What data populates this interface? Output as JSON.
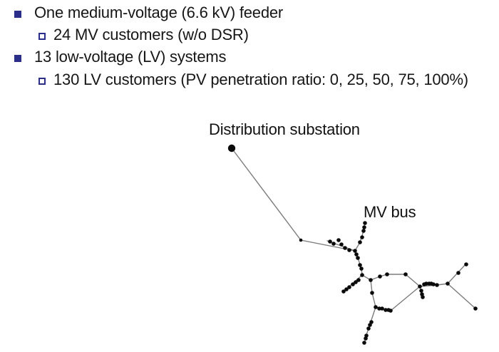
{
  "colors": {
    "background": "#ffffff",
    "bullet_square": "#2c2f8a",
    "text": "#161616",
    "edge": "#7c7c7c",
    "node": "#0a0a0a"
  },
  "bullets": [
    {
      "level": 1,
      "text": "One medium-voltage (6.6 kV) feeder"
    },
    {
      "level": 2,
      "text": "24 MV customers (w/o DSR)"
    },
    {
      "level": 1,
      "text": "13 low-voltage (LV) systems"
    },
    {
      "level": 2,
      "text": "130 LV customers (PV penetration ratio: 0, 25, 50, 75, 100%)"
    }
  ],
  "diagram": {
    "substation_label": "Distribution substation",
    "mv_bus_label": "MV bus",
    "edge_width": 1.4,
    "default_node_radius": 2.8,
    "edges": [
      [
        [
          325,
          208
        ],
        [
          422,
          337
        ],
        [
          498,
          352
        ]
      ],
      [
        [
          459,
          338
        ],
        [
          498,
          352
        ]
      ],
      [
        [
          498,
          352
        ],
        [
          505,
          340
        ],
        [
          510,
          324
        ],
        [
          512,
          313
        ]
      ],
      [
        [
          498,
          352
        ],
        [
          503,
          365
        ],
        [
          507,
          377
        ],
        [
          508,
          386
        ]
      ],
      [
        [
          508,
          386
        ],
        [
          481,
          410
        ]
      ],
      [
        [
          508,
          386
        ],
        [
          520,
          393
        ]
      ],
      [
        [
          520,
          393
        ],
        [
          533,
          388
        ],
        [
          543,
          385
        ],
        [
          569,
          385
        ],
        [
          589,
          402
        ]
      ],
      [
        [
          520,
          393
        ],
        [
          522,
          411
        ],
        [
          527,
          431
        ]
      ],
      [
        [
          527,
          431
        ],
        [
          548,
          436
        ]
      ],
      [
        [
          548,
          436
        ],
        [
          589,
          402
        ]
      ],
      [
        [
          589,
          402
        ],
        [
          593,
          418
        ]
      ],
      [
        [
          589,
          402
        ],
        [
          613,
          400
        ],
        [
          628,
          398
        ]
      ],
      [
        [
          628,
          398
        ],
        [
          654,
          370
        ]
      ],
      [
        [
          628,
          398
        ],
        [
          667,
          433
        ]
      ],
      [
        [
          527,
          431
        ],
        [
          520,
          452
        ],
        [
          514,
          470
        ],
        [
          511,
          482
        ]
      ]
    ],
    "nodes": [
      [
        325,
        208,
        5.2
      ],
      [
        422,
        337,
        2.3
      ],
      [
        463,
        339
      ],
      [
        468,
        342
      ],
      [
        475,
        337
      ],
      [
        479,
        343
      ],
      [
        484,
        348
      ],
      [
        490,
        351
      ],
      [
        498,
        352
      ],
      [
        512,
        313
      ],
      [
        511,
        319
      ],
      [
        510,
        324
      ],
      [
        508,
        333
      ],
      [
        505,
        340
      ],
      [
        500,
        357
      ],
      [
        502,
        362
      ],
      [
        505,
        372
      ],
      [
        507,
        377
      ],
      [
        508,
        386
      ],
      [
        503,
        393
      ],
      [
        499,
        396
      ],
      [
        495,
        399
      ],
      [
        490,
        403
      ],
      [
        486,
        406
      ],
      [
        482,
        409
      ],
      [
        520,
        393
      ],
      [
        533,
        388
      ],
      [
        543,
        385
      ],
      [
        569,
        385
      ],
      [
        522,
        411
      ],
      [
        527,
        431
      ],
      [
        532,
        433
      ],
      [
        536,
        433
      ],
      [
        541,
        435
      ],
      [
        545,
        435
      ],
      [
        548,
        436
      ],
      [
        589,
        402
      ],
      [
        591,
        408
      ],
      [
        592,
        413
      ],
      [
        593,
        417
      ],
      [
        595,
        399
      ],
      [
        598,
        398
      ],
      [
        602,
        398
      ],
      [
        605,
        398
      ],
      [
        608,
        399
      ],
      [
        613,
        400
      ],
      [
        628,
        398
      ],
      [
        643,
        383
      ],
      [
        654,
        371
      ],
      [
        667,
        433
      ],
      [
        521,
        452
      ],
      [
        519,
        456
      ],
      [
        517,
        461
      ],
      [
        514,
        471
      ],
      [
        513,
        475
      ],
      [
        511,
        481
      ]
    ]
  }
}
